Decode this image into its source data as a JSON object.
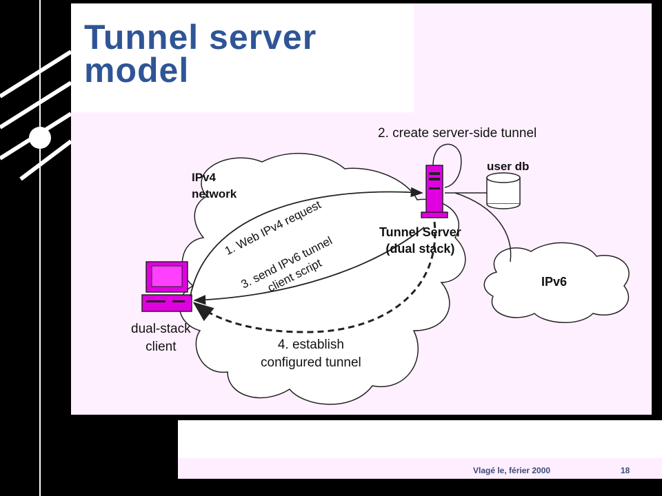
{
  "slide": {
    "title_line1": "Tunnel server",
    "title_line2": "model"
  },
  "diagram": {
    "nodes": {
      "ipv4_cloud": "IPv4",
      "ipv4_cloud_line2": "network",
      "ipv6_cloud": "IPv6",
      "client_line1": "dual-stack",
      "client_line2": "client",
      "server_line1": "Tunnel Server",
      "server_line2": "(dual stack)",
      "db": "user db"
    },
    "steps": {
      "step1": "1. Web IPv4 request",
      "step2": "2. create server-side tunnel",
      "step3_line1": "3. send IPv6 tunnel",
      "step3_line2": "client script",
      "step4_line1": "4. establish",
      "step4_line2": "configured tunnel"
    },
    "colors": {
      "computer": "#e000e0",
      "title": "#2f5596",
      "slide_bg": "#fff0ff"
    }
  },
  "footer": {
    "author_date": "Vlagé le, férier 2000",
    "page_number": "18"
  }
}
